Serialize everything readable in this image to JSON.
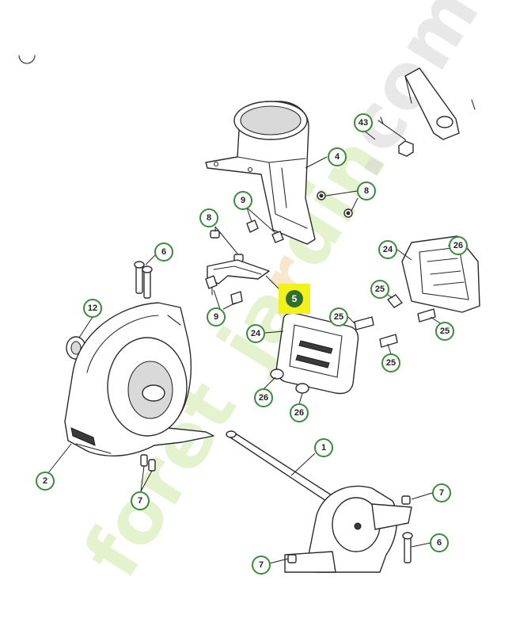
{
  "watermark": {
    "text": [
      "f",
      "o",
      "r",
      "e",
      "t",
      "j",
      "a",
      "r",
      "d",
      "i",
      "n",
      ".",
      "c",
      "o",
      "m"
    ],
    "colors": [
      "#cfe8a6",
      "#f3d3a3",
      "#d6d6d6"
    ]
  },
  "callouts": [
    "5",
    "43",
    "4",
    "8",
    "9",
    "8",
    "6",
    "12",
    "9",
    "24",
    "26",
    "25",
    "25",
    "24",
    "25",
    "26",
    "26",
    "25",
    "1",
    "2",
    "7",
    "7",
    "6",
    "7"
  ],
  "highlight_color": "#f2f21a",
  "callout_ring_color": "#3c8a3c"
}
